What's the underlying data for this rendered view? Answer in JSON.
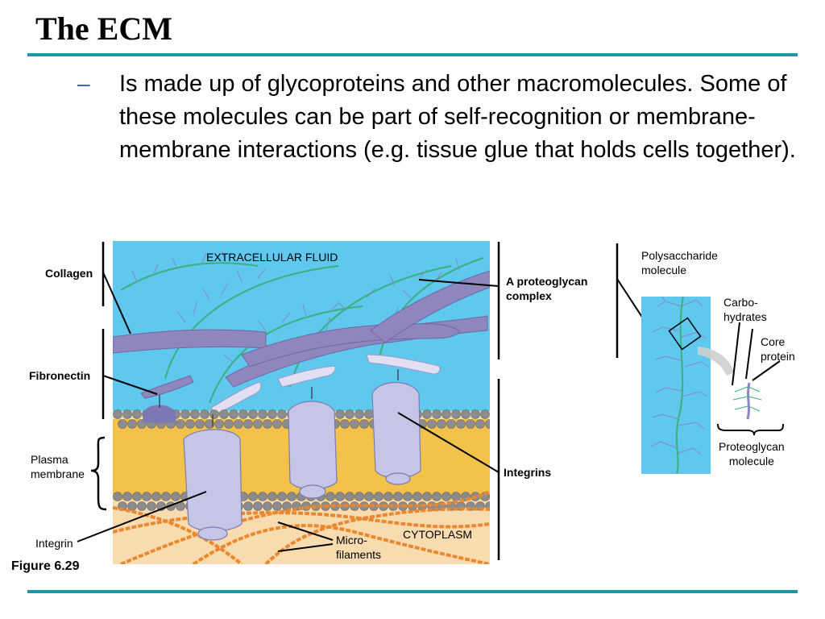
{
  "slide": {
    "title": "The ECM",
    "bullet_marker": "–",
    "bullet_text": "Is made up of glycoproteins and other macromolecules.  Some of these molecules can be part of self-recognition or membrane-membrane interactions (e.g. tissue glue that holds cells together)."
  },
  "figure": {
    "caption": "Figure 6.29",
    "region_labels": {
      "extracellular": "EXTRACELLULAR FLUID",
      "cytoplasm": "CYTOPLASM"
    },
    "labels": {
      "collagen": "Collagen",
      "fibronectin": "Fibronectin",
      "plasma_membrane": "Plasma\nmembrane",
      "integrin": "Integrin",
      "microfilaments": "Micro-\nfilaments",
      "proteoglycan_complex": "A proteoglycan\ncomplex",
      "integrins": "Integrins",
      "polysaccharide": "Polysaccharide\nmolecule",
      "carbohydrates": "Carbo-\nhydrates",
      "core_protein": "Core\nprotein",
      "proteoglycan_molecule": "Proteoglycan\nmolecule"
    }
  },
  "colors": {
    "accent_rule": "#1a98a4",
    "fluid": "#5ec8ef",
    "cytoplasm": "#f8dcb0",
    "collagen": "#8e86bd",
    "integrin": "#c5c5e6",
    "lipid_head": "#8c8c8c",
    "lipid_tail": "#f2c24a",
    "microfilament": "#e9882e",
    "proteoglycan": "#3cb07c"
  }
}
